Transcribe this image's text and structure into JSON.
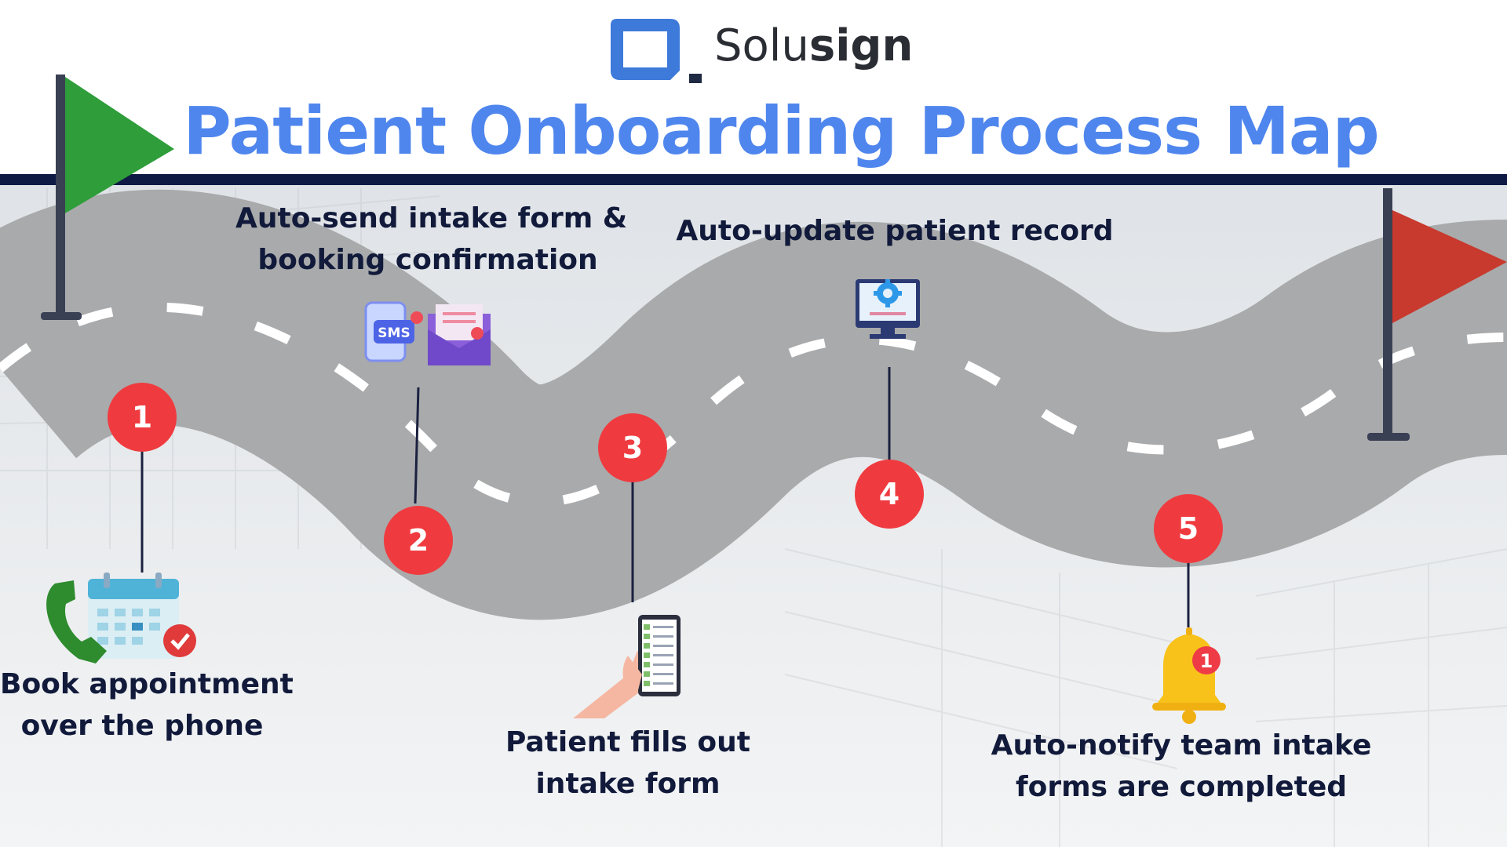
{
  "brand": {
    "name_part1": "Solu",
    "name_part2": "sign",
    "logo": "solusign-logo"
  },
  "title": "Patient Onboarding Process Map",
  "colors": {
    "title": "#4f86ee",
    "text": "#111a3a",
    "marker": "#ef3b3f",
    "road": "#a9aaab",
    "start_flag": "#2e9d3a",
    "end_flag": "#c8392e",
    "rule": "#0e1a44"
  },
  "steps": [
    {
      "number": "1",
      "line1": "Book appointment",
      "line2": "over the phone",
      "icon": "phone-calendar-icon"
    },
    {
      "number": "2",
      "line1": "Auto-send intake form &",
      "line2": "booking confirmation",
      "icon": "sms-email-icon",
      "sms_label": "SMS"
    },
    {
      "number": "3",
      "line1": "Patient fills out",
      "line2": "intake form",
      "icon": "phone-checklist-icon"
    },
    {
      "number": "4",
      "line1": "Auto-update patient record",
      "line2": "",
      "icon": "monitor-gear-icon"
    },
    {
      "number": "5",
      "line1": "Auto-notify team intake",
      "line2": "forms are completed",
      "icon": "bell-notification-icon",
      "badge": "1"
    }
  ],
  "flags": {
    "start": "start-flag-icon",
    "end": "end-flag-icon"
  }
}
